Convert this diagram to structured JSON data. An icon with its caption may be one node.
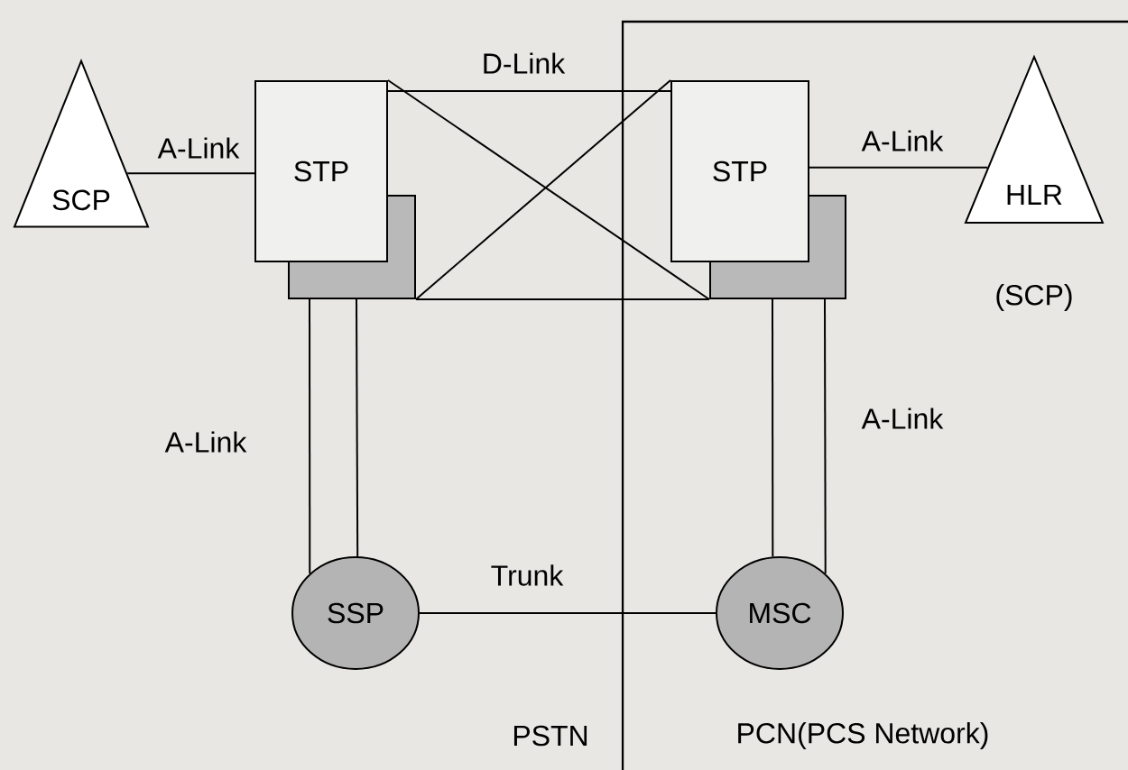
{
  "diagram": {
    "nodes": [
      {
        "text": [
          "SCP"
        ]
      },
      {
        "text": [
          "STP"
        ]
      },
      {
        "text": [],
        "shape": "box"
      },
      {
        "text": [
          "STP"
        ]
      },
      {
        "text": [],
        "shape": "box"
      },
      {
        "text": [
          "HLR"
        ],
        "beside": [
          "(SCP)"
        ]
      },
      {
        "text": [
          "SSP"
        ]
      },
      {
        "text": [
          "MSC"
        ]
      }
    ],
    "edges": [
      {
        "from": 0,
        "to": 1,
        "arrow": "none",
        "label": "A-Link"
      },
      {
        "from": 1,
        "to": 3,
        "arrow": "none",
        "label": "D-Link"
      },
      {
        "from": 1,
        "to": 4,
        "arrow": "none"
      },
      {
        "from": 2,
        "to": 3,
        "arrow": "none"
      },
      {
        "from": 2,
        "to": 4,
        "arrow": "none"
      },
      {
        "from": 3,
        "to": 5,
        "arrow": "none",
        "label": "A-Link"
      },
      {
        "from": 2,
        "to": 6,
        "arrow": "none",
        "label": "A-Link"
      },
      {
        "from": 2,
        "to": 6,
        "arrow": "none"
      },
      {
        "from": 4,
        "to": 7,
        "arrow": "none"
      },
      {
        "from": 4,
        "to": 7,
        "arrow": "none",
        "label": "A-Link"
      },
      {
        "from": 6,
        "to": 7,
        "arrow": "none",
        "label": "Trunk"
      }
    ],
    "labels": [
      "PSTN",
      "PCN(PCS Network)"
    ]
  }
}
